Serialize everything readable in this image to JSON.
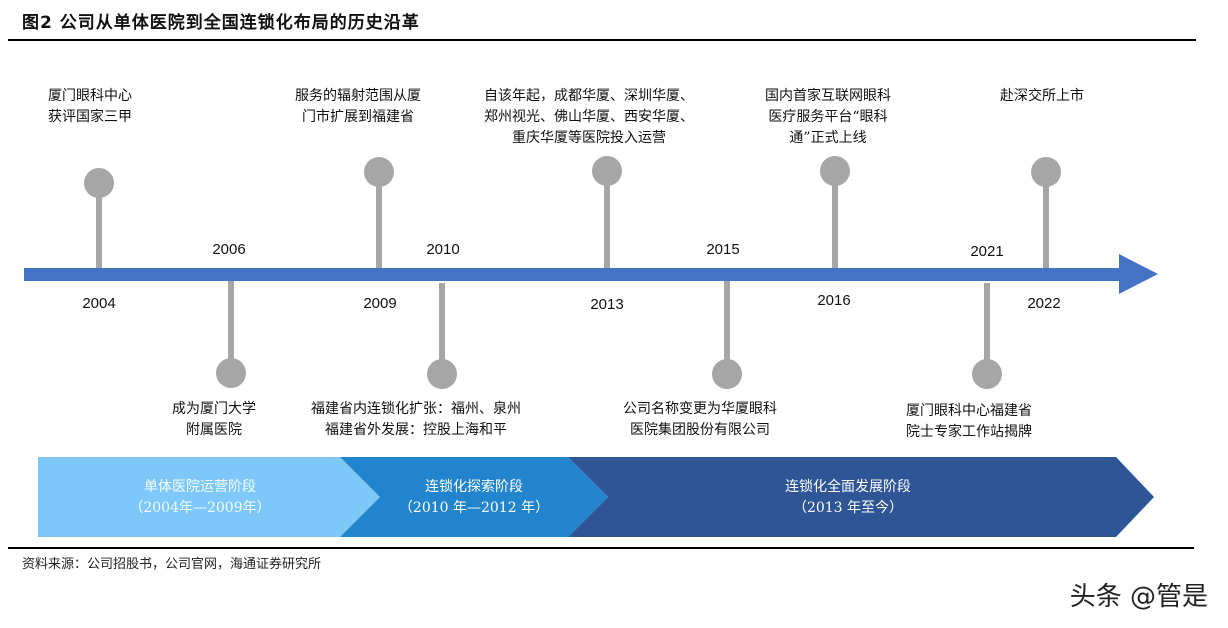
{
  "title": "图2  公司从单体医院到全国连锁化布局的历史沿革",
  "source": "资料来源：公司招股书，公司官网，海通证券研究所",
  "watermark": "头条 @管是",
  "colors": {
    "axis": "#4472C4",
    "stem": "#A6A6A6",
    "phase1": "#7DC8F8",
    "phase2": "#2284CC",
    "phase3": "#2E5596"
  },
  "events": [
    {
      "year": "2004",
      "position": "above",
      "lines": [
        "厦门眼科中心",
        "获评国家三甲"
      ]
    },
    {
      "year": "2006",
      "position": "below",
      "lines": [
        "成为厦门大学",
        "附属医院"
      ]
    },
    {
      "year": "2009",
      "position": "above",
      "lines": [
        "服务的辐射范围从厦",
        "门市扩展到福建省"
      ]
    },
    {
      "year": "2010",
      "position": "below",
      "lines": [
        "福建省内连锁化扩张：福州、泉州",
        "福建省外发展：控股上海和平"
      ]
    },
    {
      "year": "2013",
      "position": "above",
      "lines": [
        "自该年起，成都华厦、深圳华厦、",
        "郑州视光、佛山华厦、西安华厦、",
        "重庆华厦等医院投入运营"
      ]
    },
    {
      "year": "2015",
      "position": "below",
      "lines": [
        "公司名称变更为华厦眼科",
        "医院集团股份有限公司"
      ]
    },
    {
      "year": "2016",
      "position": "above",
      "lines": [
        "国内首家互联网眼科",
        "医疗服务平台“眼科",
        "通”正式上线"
      ]
    },
    {
      "year": "2021",
      "position": "below",
      "lines": [
        "厦门眼科中心福建省",
        "院士专家工作站揭牌"
      ]
    },
    {
      "year": "2022",
      "position": "above",
      "lines": [
        "赴深交所上市"
      ]
    }
  ],
  "phases": [
    {
      "name": "单体医院运营阶段",
      "range": "（2004年—2009年）"
    },
    {
      "name": "连锁化探索阶段",
      "range": "（2010 年—2012 年）"
    },
    {
      "name": "连锁化全面发展阶段",
      "range": "（2013 年至今）"
    }
  ]
}
